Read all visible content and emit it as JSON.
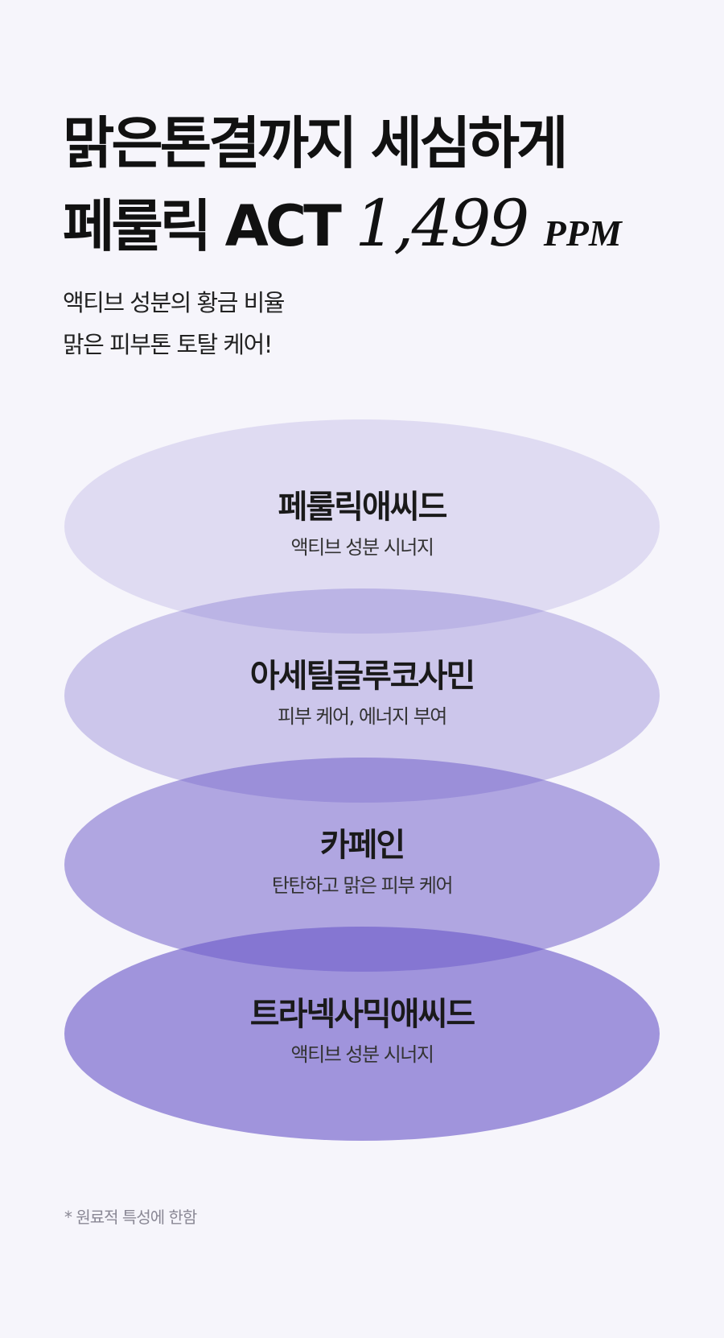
{
  "headline": {
    "line1": "맑은톤결까지 세심하게",
    "line2_prefix": "페룰릭 ACT",
    "number": "1,499",
    "unit": "PPM"
  },
  "subhead": {
    "line1": "액티브 성분의 황금 비율",
    "line2": "맑은 피부톤 토탈 케어!"
  },
  "ingredients": [
    {
      "name": "페룰릭애씨드",
      "desc": "액티브 성분 시너지",
      "color": "#e9e6f9"
    },
    {
      "name": "아세틸글루코사민",
      "desc": "피부 케어, 에너지 부여",
      "color": "#d8d2f4"
    },
    {
      "name": "카페인",
      "desc": "탄탄하고 맑은 피부 케어",
      "color": "#bab2e6"
    },
    {
      "name": "트라넥사믹애씨드",
      "desc": "액티브 성분 시너지",
      "color": "#a49dd6"
    }
  ],
  "footnote": "* 원료적 특성에 한함"
}
